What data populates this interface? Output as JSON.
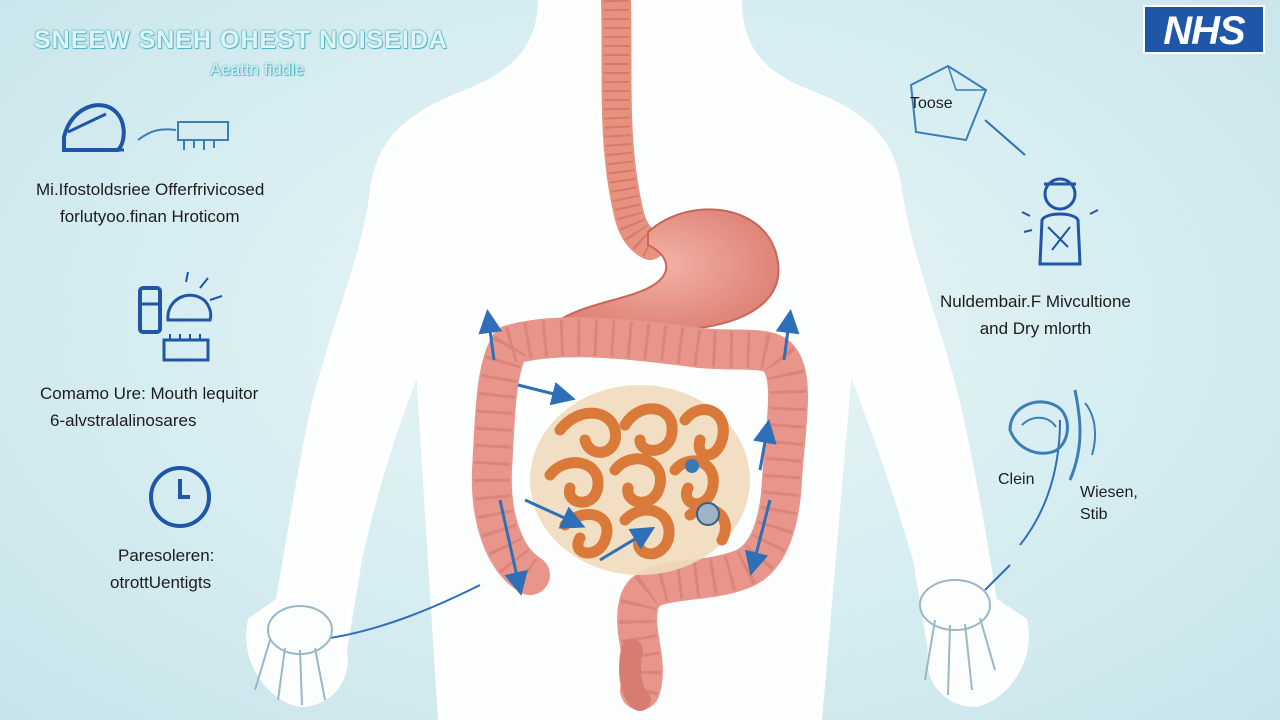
{
  "header": {
    "title": "SNEEW SNEH OHEST NOISEIDA",
    "subtitle": "Aeattn fiddle"
  },
  "logo": {
    "text": "NHS",
    "color": "#1f56a8"
  },
  "annotations": {
    "left_1": {
      "line1": "Mi.Ifostoldsriee Offerfrivicosed",
      "line2": "forlutyoo.finan Hroticom"
    },
    "left_2": {
      "line1": "Comamo Ure: Mouth lequitor",
      "line2": "6-alvstralalinosares"
    },
    "left_3": {
      "line1": "Paresoleren:",
      "line2": "otrottUentigts"
    },
    "right_1": {
      "line1": "Toose"
    },
    "right_2": {
      "line1": "Nuldembair.F Mivcultione",
      "line2": "and Dry mlorth"
    },
    "right_3": {
      "line1": "Clein"
    },
    "right_4": {
      "line1": "Wiesen,",
      "line2": "Stib"
    }
  },
  "colors": {
    "body": "#ffffff",
    "organ": "#e89a8c",
    "organ_dark": "#c9665a",
    "intestine": "#d97a3a",
    "arrow": "#2f6fb8",
    "icon": "#1f56a8"
  },
  "icons": [
    "toothbrush-icon",
    "medication-icon",
    "sun-calendar-icon",
    "clock-icon",
    "note-icon",
    "person-icon",
    "mouth-icon",
    "hand-icon"
  ]
}
